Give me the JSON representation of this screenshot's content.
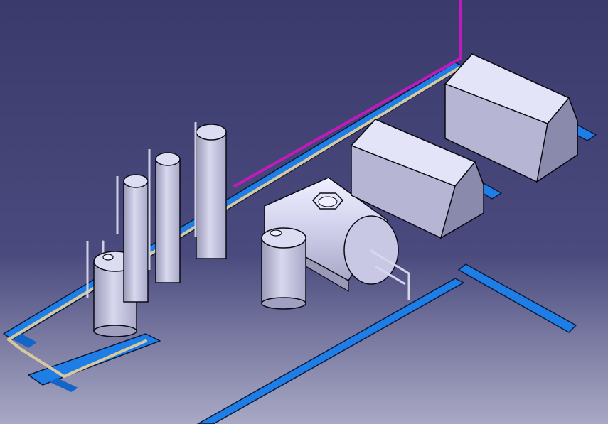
{
  "viewport": {
    "background_top": "#3a3a6c",
    "background_mid": "#4a4a7e",
    "background_bottom": "#a9a9c5"
  },
  "colors": {
    "tray_blue": "#1f7de6",
    "tray_dark": "#0a1a3a",
    "pipe_tan": "#d8c8a0",
    "pipe_magenta": "#c21ab8",
    "equipment_light": "#e2e2f6",
    "equipment_mid": "#b8b8d6",
    "equipment_dark": "#8c8cae",
    "outline": "#0a0a14"
  },
  "objects": [
    "cable-tray-network",
    "process-pipe-tan",
    "process-pipe-magenta",
    "small-tank-front",
    "tall-column-1",
    "tall-column-2",
    "tall-column-3",
    "small-tank-right",
    "horizontal-vessel",
    "equipment-enclosure-1",
    "equipment-enclosure-2"
  ]
}
